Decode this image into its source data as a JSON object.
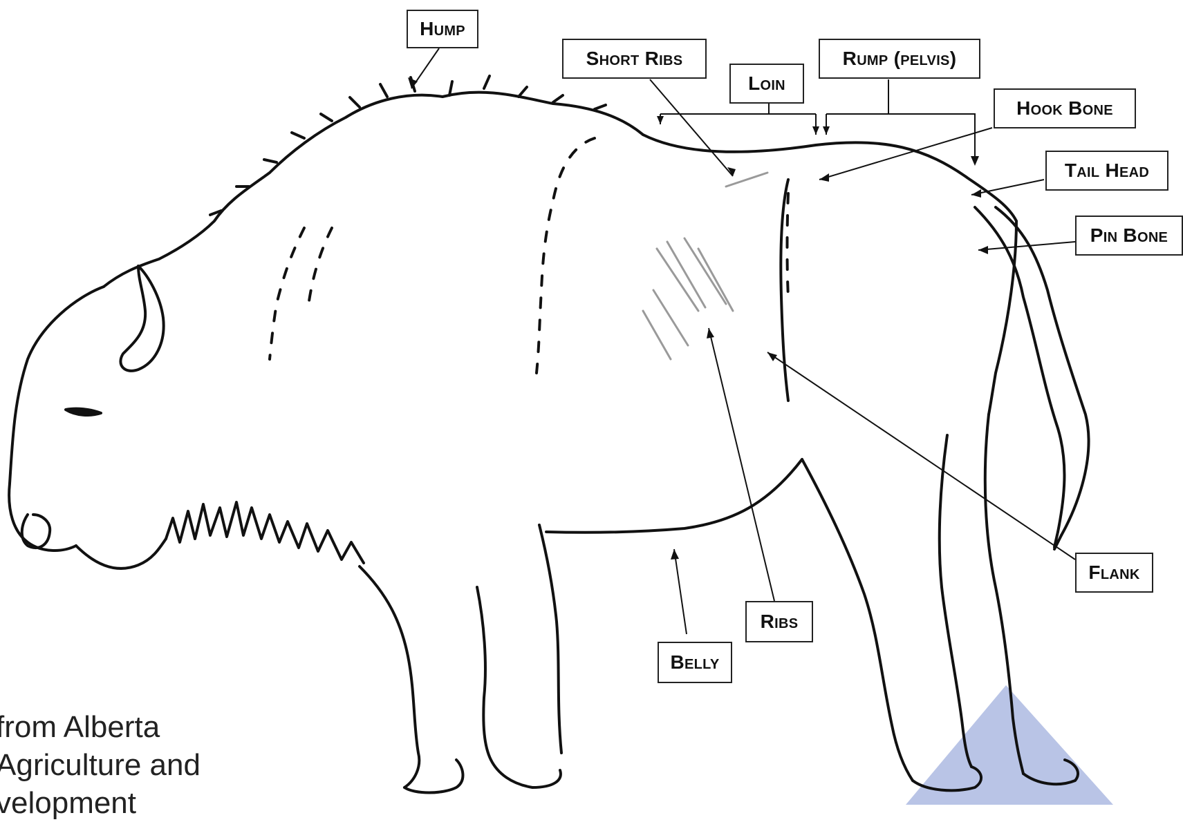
{
  "labels": {
    "hump": "Hump",
    "short_ribs": "Short Ribs",
    "loin": "Loin",
    "rump": "Rump (pelvis)",
    "hook_bone": "Hook Bone",
    "tail_head": "Tail Head",
    "pin_bone": "Pin Bone",
    "flank": "Flank",
    "ribs": "Ribs",
    "belly": "Belly"
  },
  "caption": {
    "line1": "from Alberta",
    "line2": "Agriculture and",
    "line3": "velopment"
  },
  "colors": {
    "outline": "#111111",
    "shading": "#9a9a9a",
    "accent_shape": "#b9c4e6",
    "background": "#ffffff"
  }
}
